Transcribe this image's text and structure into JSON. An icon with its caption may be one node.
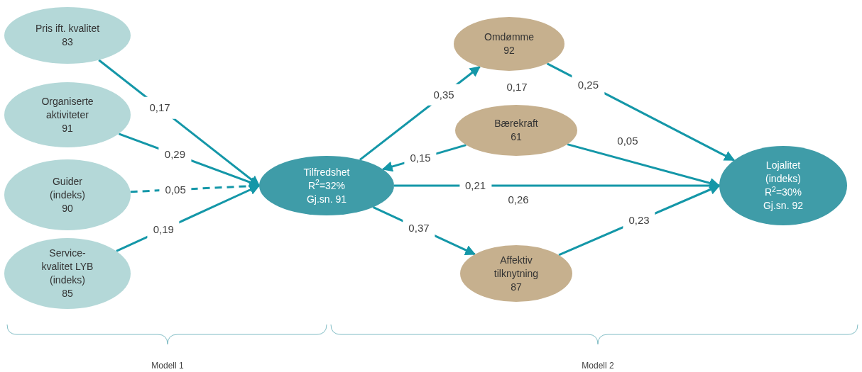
{
  "diagram": {
    "nodes": [
      {
        "text": [
          "Pris ift. kvalitet",
          "83"
        ]
      },
      {
        "text": [
          "Organiserte aktiviteter",
          "91"
        ]
      },
      {
        "text": [
          "Guider (indeks)",
          "90"
        ]
      },
      {
        "text": [
          "Service-kvalitet LYB (indeks)",
          "85"
        ]
      },
      {
        "text": [
          "Tilfredshet",
          "R$^{2}$=32%",
          "Gj.sn. 91"
        ]
      },
      {
        "text": [
          "Omdømme",
          "92"
        ]
      },
      {
        "text": [
          "Bærekraft",
          "61"
        ]
      },
      {
        "text": [
          "Affektiv tilknytning",
          "87"
        ]
      },
      {
        "text": [
          "Lojalitet (indeks)",
          "R$^{2}$=30%",
          "Gj.sn. 92"
        ]
      }
    ],
    "edges": [
      {
        "from": 0,
        "to": 4,
        "arrow": "to",
        "label": "0,17"
      },
      {
        "from": 1,
        "to": 4,
        "arrow": "to",
        "label": "0,29"
      },
      {
        "from": 2,
        "to": 4,
        "arrow": "to",
        "label": "0,05",
        "style": "dashed"
      },
      {
        "from": 3,
        "to": 4,
        "arrow": "to",
        "label": "0,19"
      },
      {
        "from": 4,
        "to": 5,
        "arrow": "to",
        "label": "0,35"
      },
      {
        "from": 6,
        "to": 4,
        "arrow": "to",
        "label": "0,15"
      },
      {
        "from": 4,
        "to": 8,
        "arrow": "to",
        "label": "0,21"
      },
      {
        "from": 4,
        "to": 7,
        "arrow": "to",
        "label": "0,37"
      },
      {
        "from": 5,
        "to": 8,
        "arrow": "to",
        "label": "0,25"
      },
      {
        "from": 6,
        "to": 8,
        "arrow": "to",
        "label": "0,05"
      },
      {
        "from": 7,
        "to": 8,
        "arrow": "to",
        "label": "0,23"
      }
    ],
    "labels": [
      "0,17",
      "0,26",
      "Modell 1",
      "Modell 2"
    ]
  }
}
